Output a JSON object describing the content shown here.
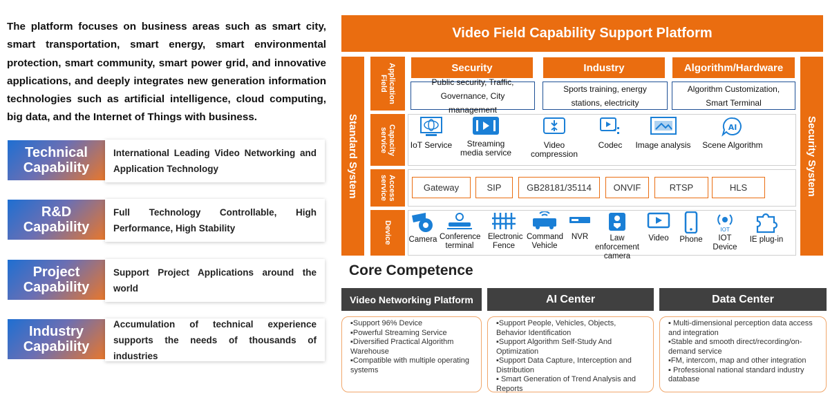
{
  "intro": "The platform focuses on business areas such as smart city, smart transportation, smart energy, smart environmental protection, smart community, smart power grid, and innovative applications, and deeply integrates new generation information technologies such as artificial intelligence, cloud computing, big data, and the Internet of Things with business.",
  "capabilities": [
    {
      "label": "Technical Capability",
      "desc": "International Leading Video Networking and Application Technology"
    },
    {
      "label": "R&D Capability",
      "desc": "Full Technology Controllable, High Performance, High Stability"
    },
    {
      "label": "Project Capability",
      "desc": "Support Project Applications around the world"
    },
    {
      "label": "Industry Capability",
      "desc": "Accumulation of technical experience supports the needs of thousands of industries"
    }
  ],
  "platform": {
    "title": "Video Field Capability Support Platform",
    "left_bar": "Standard System",
    "right_bar": "Security System",
    "rows": {
      "application": "Application Field",
      "capacity": "Capacity service",
      "access": "Access service",
      "device": "Device"
    },
    "areas": [
      {
        "head": "Security",
        "body": "Public security, Traffic, Governance, City management"
      },
      {
        "head": "Industry",
        "body": "Sports training, energy stations, electricity"
      },
      {
        "head": "Algorithm/Hardware",
        "body": "Algorithm Customization, Smart Terminal"
      }
    ],
    "capacity_items": [
      {
        "label": "IoT Service",
        "icon": "iot-service-icon"
      },
      {
        "label": "Streaming media service",
        "icon": "streaming-media-icon"
      },
      {
        "label": "Video compression",
        "icon": "video-compression-icon"
      },
      {
        "label": "Codec",
        "icon": "codec-icon"
      },
      {
        "label": "Image analysis",
        "icon": "image-analysis-icon"
      },
      {
        "label": "Scene Algorithm",
        "icon": "ai-icon"
      }
    ],
    "access_items": [
      "Gateway",
      "SIP",
      "GB28181/35114",
      "ONVIF",
      "RTSP",
      "HLS"
    ],
    "devices": [
      {
        "label": "Camera",
        "icon": "camera-icon"
      },
      {
        "label": "Conference terminal",
        "icon": "conference-terminal-icon"
      },
      {
        "label": "Electronic Fence",
        "icon": "electronic-fence-icon"
      },
      {
        "label": "Command Vehicle",
        "icon": "command-vehicle-icon"
      },
      {
        "label": "NVR",
        "icon": "nvr-icon"
      },
      {
        "label": "Law enforcement camera",
        "icon": "law-enforcement-camera-icon"
      },
      {
        "label": "Video",
        "icon": "video-icon"
      },
      {
        "label": "Phone",
        "icon": "phone-icon"
      },
      {
        "label": "IOT Device",
        "icon": "iot-device-icon"
      },
      {
        "label": "IE plug-in",
        "icon": "plugin-icon"
      }
    ]
  },
  "core": {
    "title": "Core Competence",
    "columns": [
      {
        "head": "Video Networking Platform",
        "items": [
          "▪Support 96% Device",
          "▪Powerful Streaming Service",
          "▪Diversified Practical Algorithm Warehouse",
          "▪Compatible with multiple operating systems"
        ]
      },
      {
        "head": "AI Center",
        "items": [
          "▪Support People, Vehicles, Objects, Behavior Identification",
          "▪Support Algorithm Self-Study And Optimization",
          "▪Support Data Capture, Interception and Distribution",
          "▪ Smart Generation of Trend Analysis and Reports"
        ]
      },
      {
        "head": "Data Center",
        "items": [
          "▪ Multi-dimensional perception data access and integration",
          "▪Stable and smooth direct/recording/on-demand service",
          "▪FM, intercom, map and other integration",
          "▪ Professional national standard industry database"
        ]
      }
    ]
  },
  "colors": {
    "orange": "#ea6d10",
    "blue": "#1e6fd2",
    "dark": "#404040",
    "iconBlue": "#1a7fd6"
  }
}
